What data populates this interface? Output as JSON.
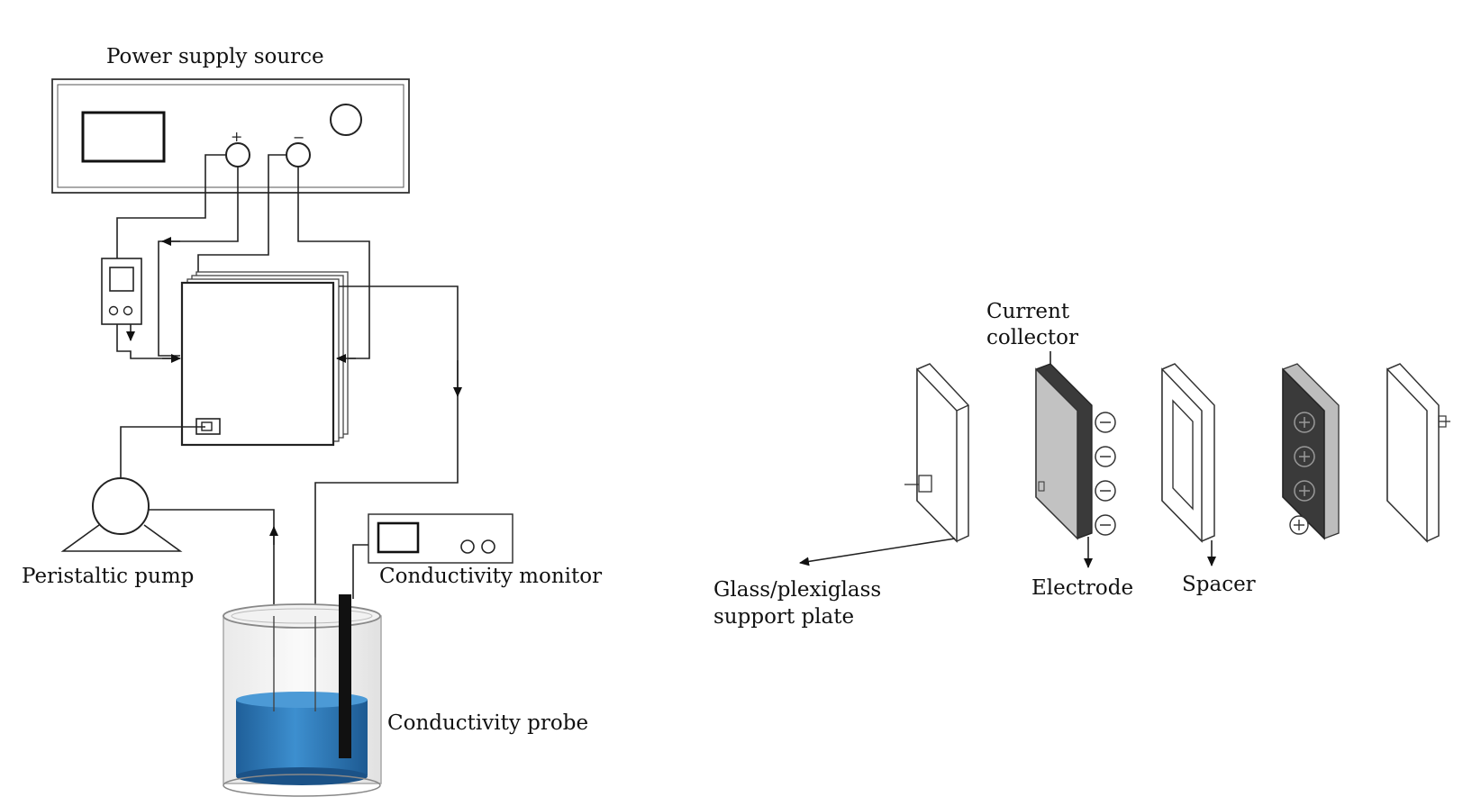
{
  "left_panel": {
    "power_supply_label": "Power supply source",
    "plus_sign": "+",
    "minus_sign": "−",
    "pump_label": "Peristaltic pump",
    "monitor_label": "Conductivity monitor",
    "probe_label": "Conductivity probe"
  },
  "right_panel": {
    "collector_label_line1": "Current",
    "collector_label_line2": "collector",
    "plate_label_line1": "Glass/plexiglass",
    "plate_label_line2": "support plate",
    "electrode_label": "Electrode",
    "spacer_label": "Spacer"
  },
  "colors": {
    "water_blue": "#2f7fbf",
    "electrode_dark": "#3a3a3a",
    "electrode_face": "#bdbdbd"
  }
}
